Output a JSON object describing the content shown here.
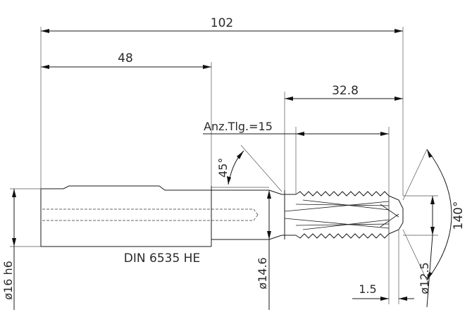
{
  "drawing": {
    "dimensions": {
      "overall_length": "102",
      "shank_length": "48",
      "thread_length": "32.8",
      "teeth_count": "Anz.Tlg.=15",
      "chamfer_angle": "45°",
      "point_angle": "140°",
      "shank_diameter": "ø16 h6",
      "neck_diameter": "ø14.6",
      "tip_diameter": "ø12.5",
      "tip_offset": "1.5"
    },
    "labels": {
      "standard": "DIN 6535 HE"
    },
    "line_color": "#1a1a1a",
    "background": "#ffffff"
  }
}
